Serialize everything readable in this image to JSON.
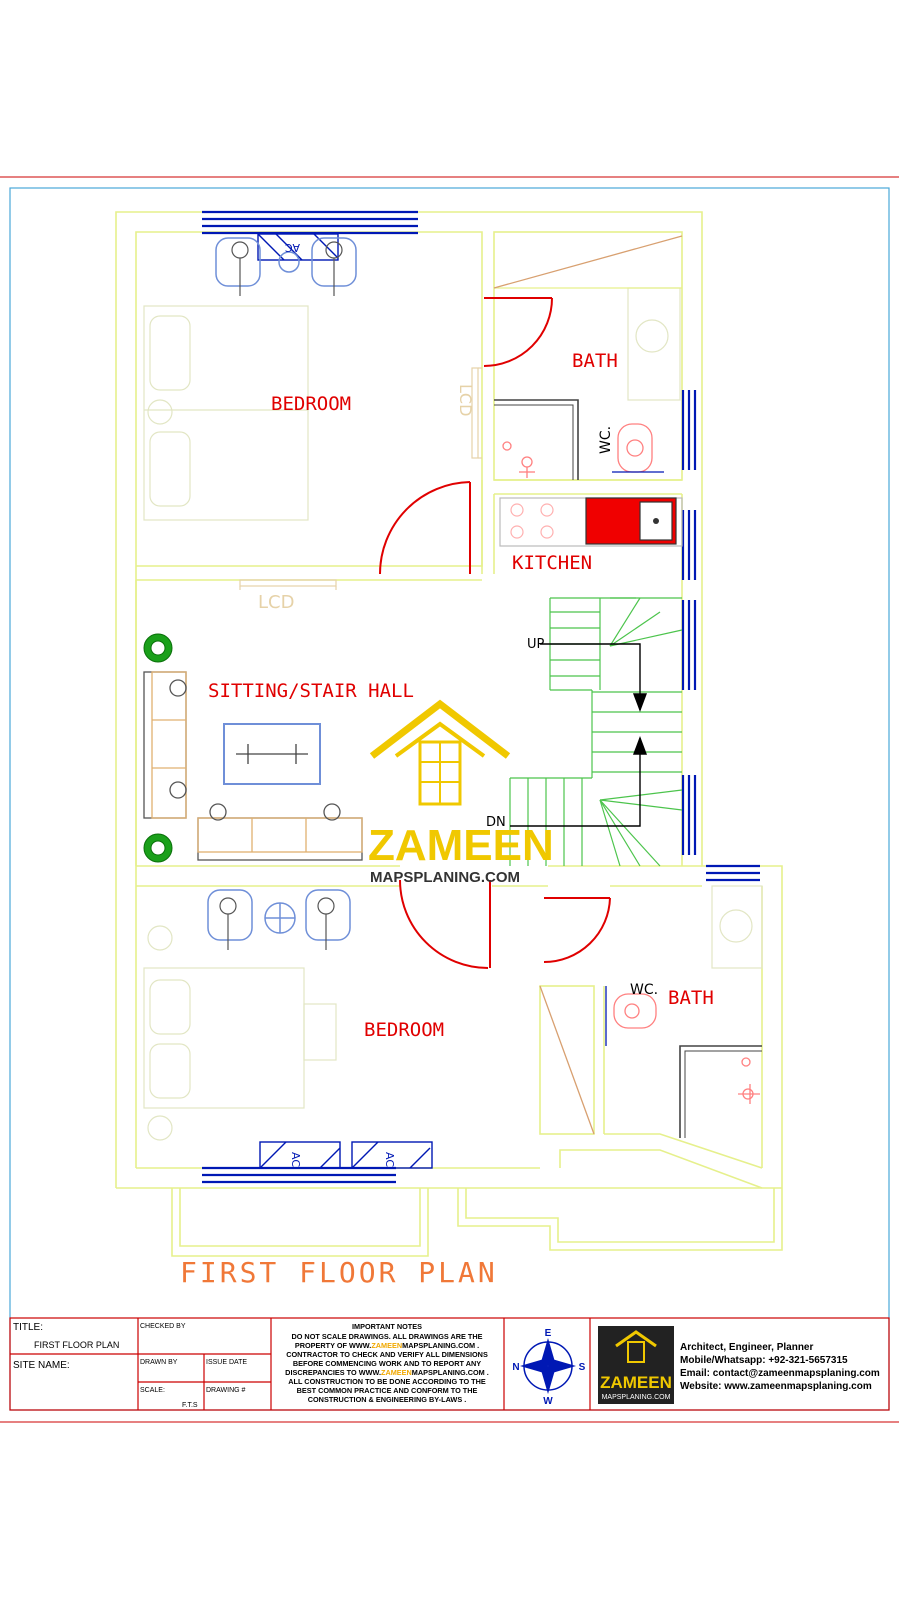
{
  "rooms": {
    "bedroom_top": "BEDROOM",
    "bath_top": "BATH",
    "kitchen": "KITCHEN",
    "sitting": "SITTING/STAIR HALL",
    "bedroom_bottom": "BEDROOM",
    "bath_bottom": "BATH"
  },
  "fixtures": {
    "lcd_vertical": "LCD",
    "lcd_horizontal": "LCD",
    "wc_top": "WC.",
    "wc_bottom": "WC.",
    "ac_top": "AC",
    "ac_bottom_1": "AC",
    "ac_bottom_2": "AC",
    "stair_up": "UP",
    "stair_down": "DN"
  },
  "watermark": {
    "brand": "ZAMEEN",
    "site": "MAPSPLANING.COM"
  },
  "plan_title": "FIRST FLOOR PLAN",
  "title_block": {
    "title_label": "TITLE:",
    "title_value": "FIRST FLOOR PLAN",
    "site_name_label": "SITE NAME:",
    "checked_by": "CHECKED BY",
    "drawn_by": "DRAWN BY",
    "issue_date": "ISSUE DATE",
    "scale_label": "SCALE:",
    "scale_value": "F.T.S",
    "drawing_no": "DRAWING #",
    "notes_title": "IMPORTANT NOTES",
    "notes_1": "DO NOT SCALE DRAWINGS. ALL DRAWINGS ARE THE",
    "notes_2a": "PROPERTY OF  WWW.",
    "notes_2b": "ZAMEEN",
    "notes_2c": "MAPSPLANING.COM .",
    "notes_3": "CONTRACTOR TO CHECK AND VERIFY ALL DIMENSIONS",
    "notes_4": "BEFORE COMMENCING WORK AND TO REPORT ANY",
    "notes_5a": "DISCREPANCIES TO WWW.",
    "notes_5b": "ZAMEEN",
    "notes_5c": "MAPSPLANING.COM .",
    "notes_6": "ALL CONSTRUCTION TO BE DONE ACCORDING TO THE",
    "notes_7": "BEST COMMON PRACTICE AND CONFORM TO THE",
    "notes_8": "CONSTRUCTION & ENGINEERING BY-LAWS .",
    "compass_n": "N",
    "compass_e": "E",
    "compass_s": "S",
    "compass_w": "W",
    "logo_brand": "ZAMEEN",
    "logo_site": "MAPSPLANING.COM",
    "contact_1": "Architect, Engineer, Planner",
    "contact_2": "Mobile/Whatsapp: +92-321-5657315",
    "contact_3": "Email: contact@zameenmapsplaning.com",
    "contact_4": "Website: www.zameenmapsplaning.com"
  },
  "colors": {
    "wall": "#e6f08c",
    "room_label": "#e00000",
    "window": "#0018b4",
    "stair": "#4cc44c",
    "plant": "#1aa01a",
    "title_orange": "#f07838",
    "logo_gold": "#f0c800",
    "border_red": "#cc0000"
  }
}
